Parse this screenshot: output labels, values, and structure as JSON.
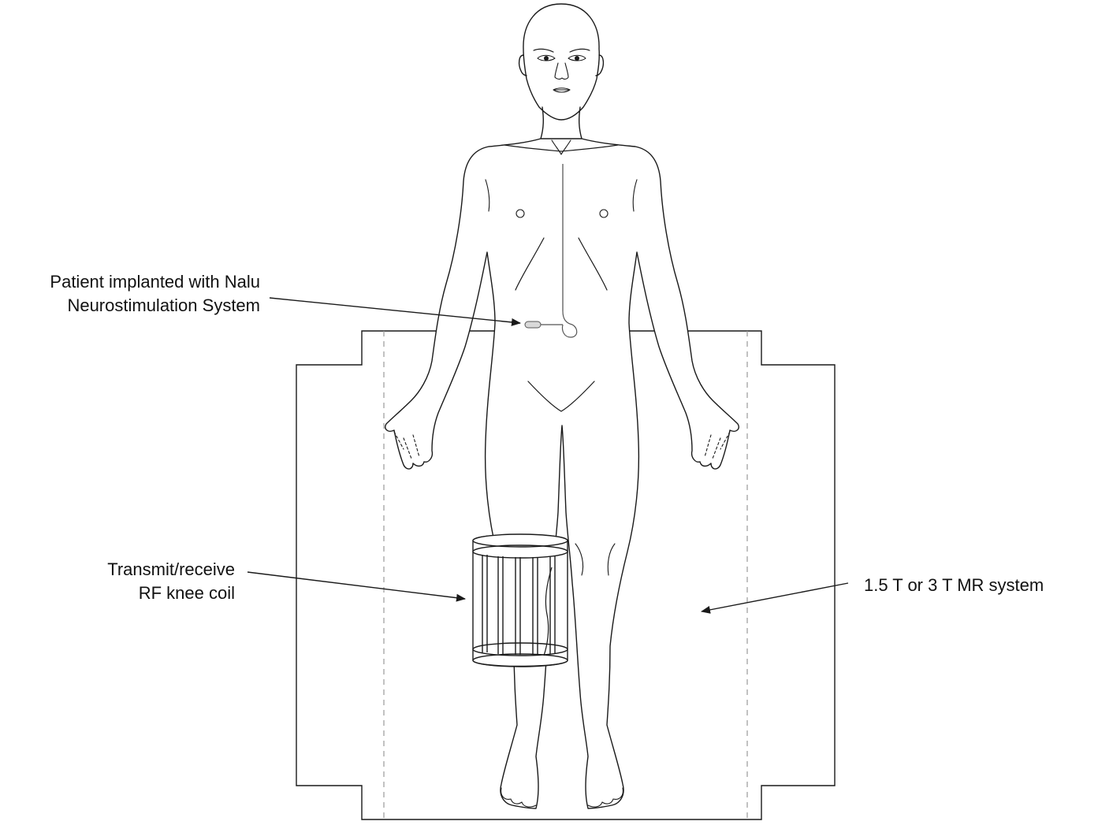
{
  "labels": {
    "patient": {
      "line1": "Patient implanted with Nalu",
      "line2": "Neurostimulation System"
    },
    "coil": {
      "line1": "Transmit/receive",
      "line2": "RF knee coil"
    },
    "system": {
      "line1": "1.5 T or 3 T MR system"
    }
  },
  "colors": {
    "stroke": "#1a1a1a",
    "dashed": "#9a9a9a",
    "implant": "#888888",
    "background": "#ffffff"
  }
}
